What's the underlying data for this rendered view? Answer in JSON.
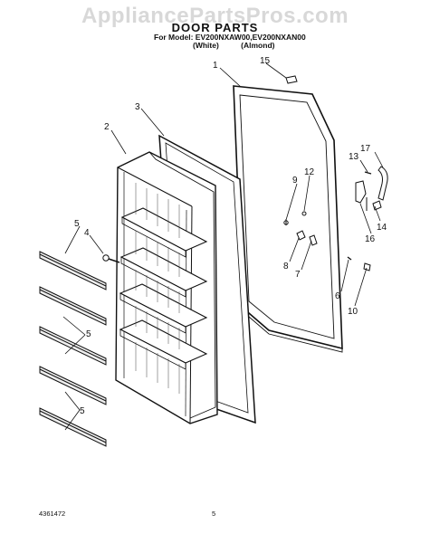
{
  "watermark": "AppliancePartsPros.com",
  "header": {
    "title": "DOOR PARTS",
    "model_line": "For Model: EV200NXAW00,EV200NXAN00",
    "color_white": "(White)",
    "color_almond": "(Almond)"
  },
  "callouts": {
    "c1": "1",
    "c2": "2",
    "c3": "3",
    "c4": "4",
    "c5a": "5",
    "c5b": "5",
    "c5c": "5",
    "c6": "6",
    "c7": "7",
    "c8": "8",
    "c9": "9",
    "c10": "10",
    "c12": "12",
    "c13": "13",
    "c14": "14",
    "c15": "15",
    "c16": "16",
    "c17": "17"
  },
  "footer": {
    "doc_number": "4361472",
    "page_number": "5"
  }
}
